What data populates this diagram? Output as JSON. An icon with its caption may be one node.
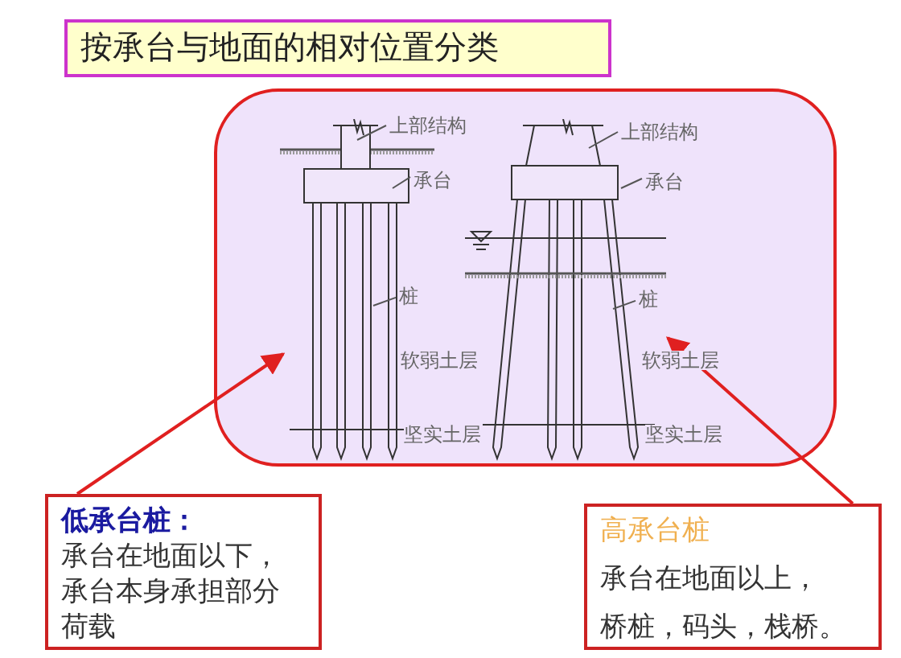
{
  "diagram": {
    "title": "按承台与地面的相对位置分类",
    "nodes": [
      {
        "text": [],
        "shape": "box"
      },
      {
        "text": [],
        "shape": "picture",
        "in": 0
      },
      {
        "text": [],
        "shape": "picture",
        "in": 0
      },
      {
        "text": [
          "上部结构"
        ],
        "in": 1
      },
      {
        "text": [
          "承台"
        ],
        "in": 1
      },
      {
        "text": [
          "桩"
        ],
        "in": 1
      },
      {
        "text": [
          "上部结构"
        ],
        "in": 2
      },
      {
        "text": [
          "承台"
        ],
        "in": 2
      },
      {
        "text": [
          "桩"
        ],
        "in": 2
      },
      {
        "text": [
          "低承台桩：",
          "承台在地面以下，承台本身承担部分荷载"
        ]
      },
      {
        "text": [
          "高承台桩",
          "承台在地面以上，",
          "桥桩，码头，栈桥。"
        ]
      }
    ],
    "edges": [
      {
        "from": 3,
        "to": 1,
        "arrow": "none"
      },
      {
        "from": 4,
        "to": 1,
        "arrow": "none"
      },
      {
        "from": 5,
        "to": 1,
        "arrow": "none"
      },
      {
        "from": 6,
        "to": 2,
        "arrow": "none"
      },
      {
        "from": 7,
        "to": 2,
        "arrow": "none"
      },
      {
        "from": 8,
        "to": 2,
        "arrow": "none"
      },
      {
        "from": 9,
        "to": 1,
        "arrow": "to",
        "color": "#e02020"
      },
      {
        "from": 10,
        "to": 2,
        "arrow": "to",
        "color": "#e02020"
      }
    ],
    "labels": [
      "软弱土层",
      "坚实土层",
      "软弱土层",
      "坚实土层"
    ]
  }
}
